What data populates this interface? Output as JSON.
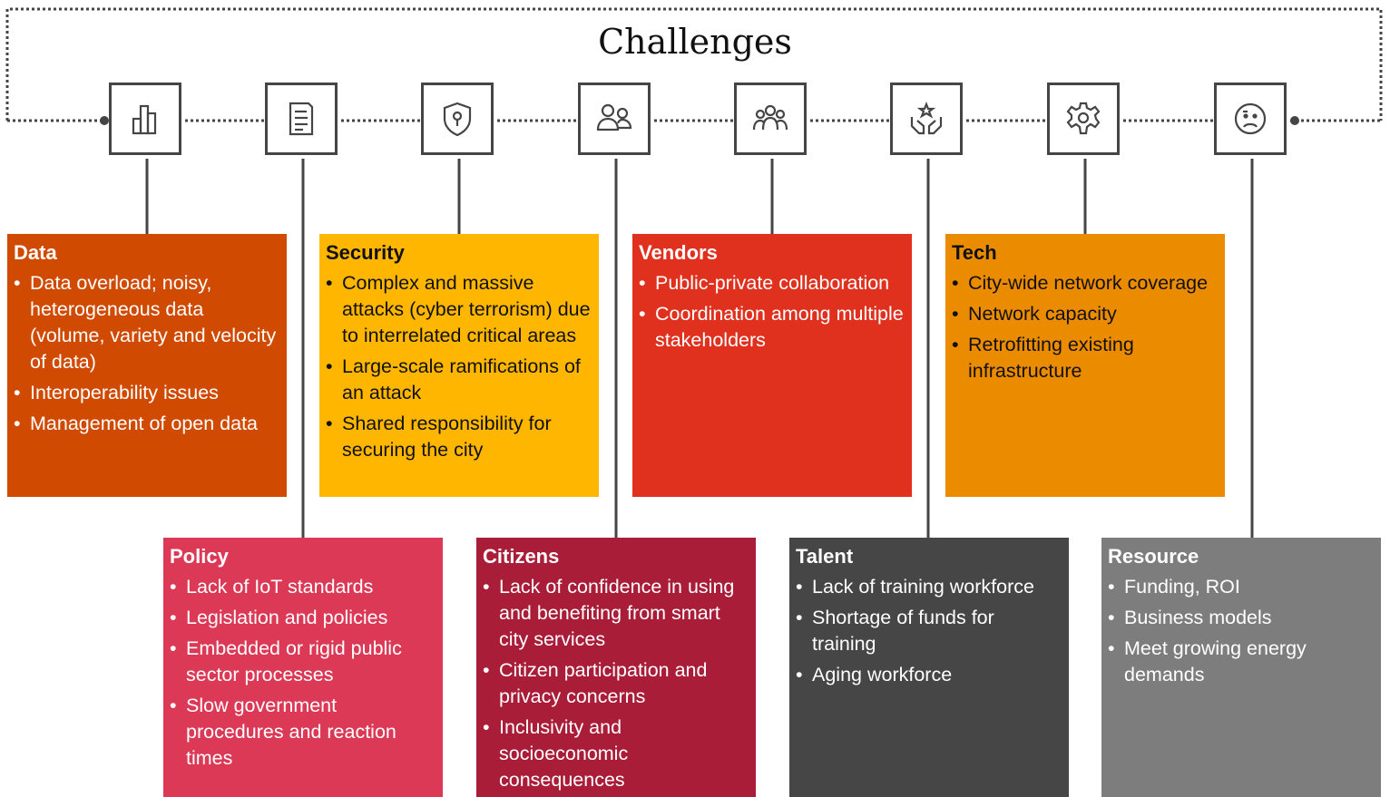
{
  "title": "Challenges",
  "colors": {
    "data": "#D04A02",
    "policy": "#DB3956",
    "security": "#FFB600",
    "citizens": "#A91D38",
    "vendors": "#E0301E",
    "talent": "#464646",
    "tech": "#EB8C00",
    "resource": "#7D7D7D",
    "line": "#454545"
  },
  "icons": [
    "bar-chart-icon",
    "document-icon",
    "shield-lock-icon",
    "people-icon",
    "group-icon",
    "hands-star-icon",
    "gear-icon",
    "sad-face-icon"
  ],
  "cards": {
    "data": {
      "title": "Data",
      "items": [
        "Data overload; noisy, heterogeneous data (volume, variety and velocity of data)",
        "Interoperability issues",
        "Management of open data"
      ]
    },
    "policy": {
      "title": "Policy",
      "items": [
        "Lack of IoT standards",
        "Legislation and policies",
        "Embedded or rigid public sector processes",
        "Slow government procedures and reaction times"
      ]
    },
    "security": {
      "title": "Security",
      "items": [
        "Complex and massive attacks (cyber terrorism) due to interrelated critical areas",
        "Large-scale ramifications of an attack",
        "Shared responsibility for securing the city"
      ]
    },
    "citizens": {
      "title": "Citizens",
      "items": [
        "Lack of confidence in using and benefiting from smart city services",
        "Citizen participation and privacy concerns",
        "Inclusivity and socioeconomic consequences"
      ]
    },
    "vendors": {
      "title": "Vendors",
      "items": [
        "Public-private collaboration",
        "Coordination among multiple stakeholders"
      ]
    },
    "talent": {
      "title": "Talent",
      "items": [
        "Lack of training workforce",
        "Shortage of funds for training",
        "Aging workforce"
      ]
    },
    "tech": {
      "title": "Tech",
      "items": [
        "City-wide network coverage",
        "Network capacity",
        "Retrofitting existing infrastructure"
      ]
    },
    "resource": {
      "title": "Resource",
      "items": [
        "Funding, ROI",
        "Business models",
        "Meet growing energy demands"
      ]
    }
  }
}
